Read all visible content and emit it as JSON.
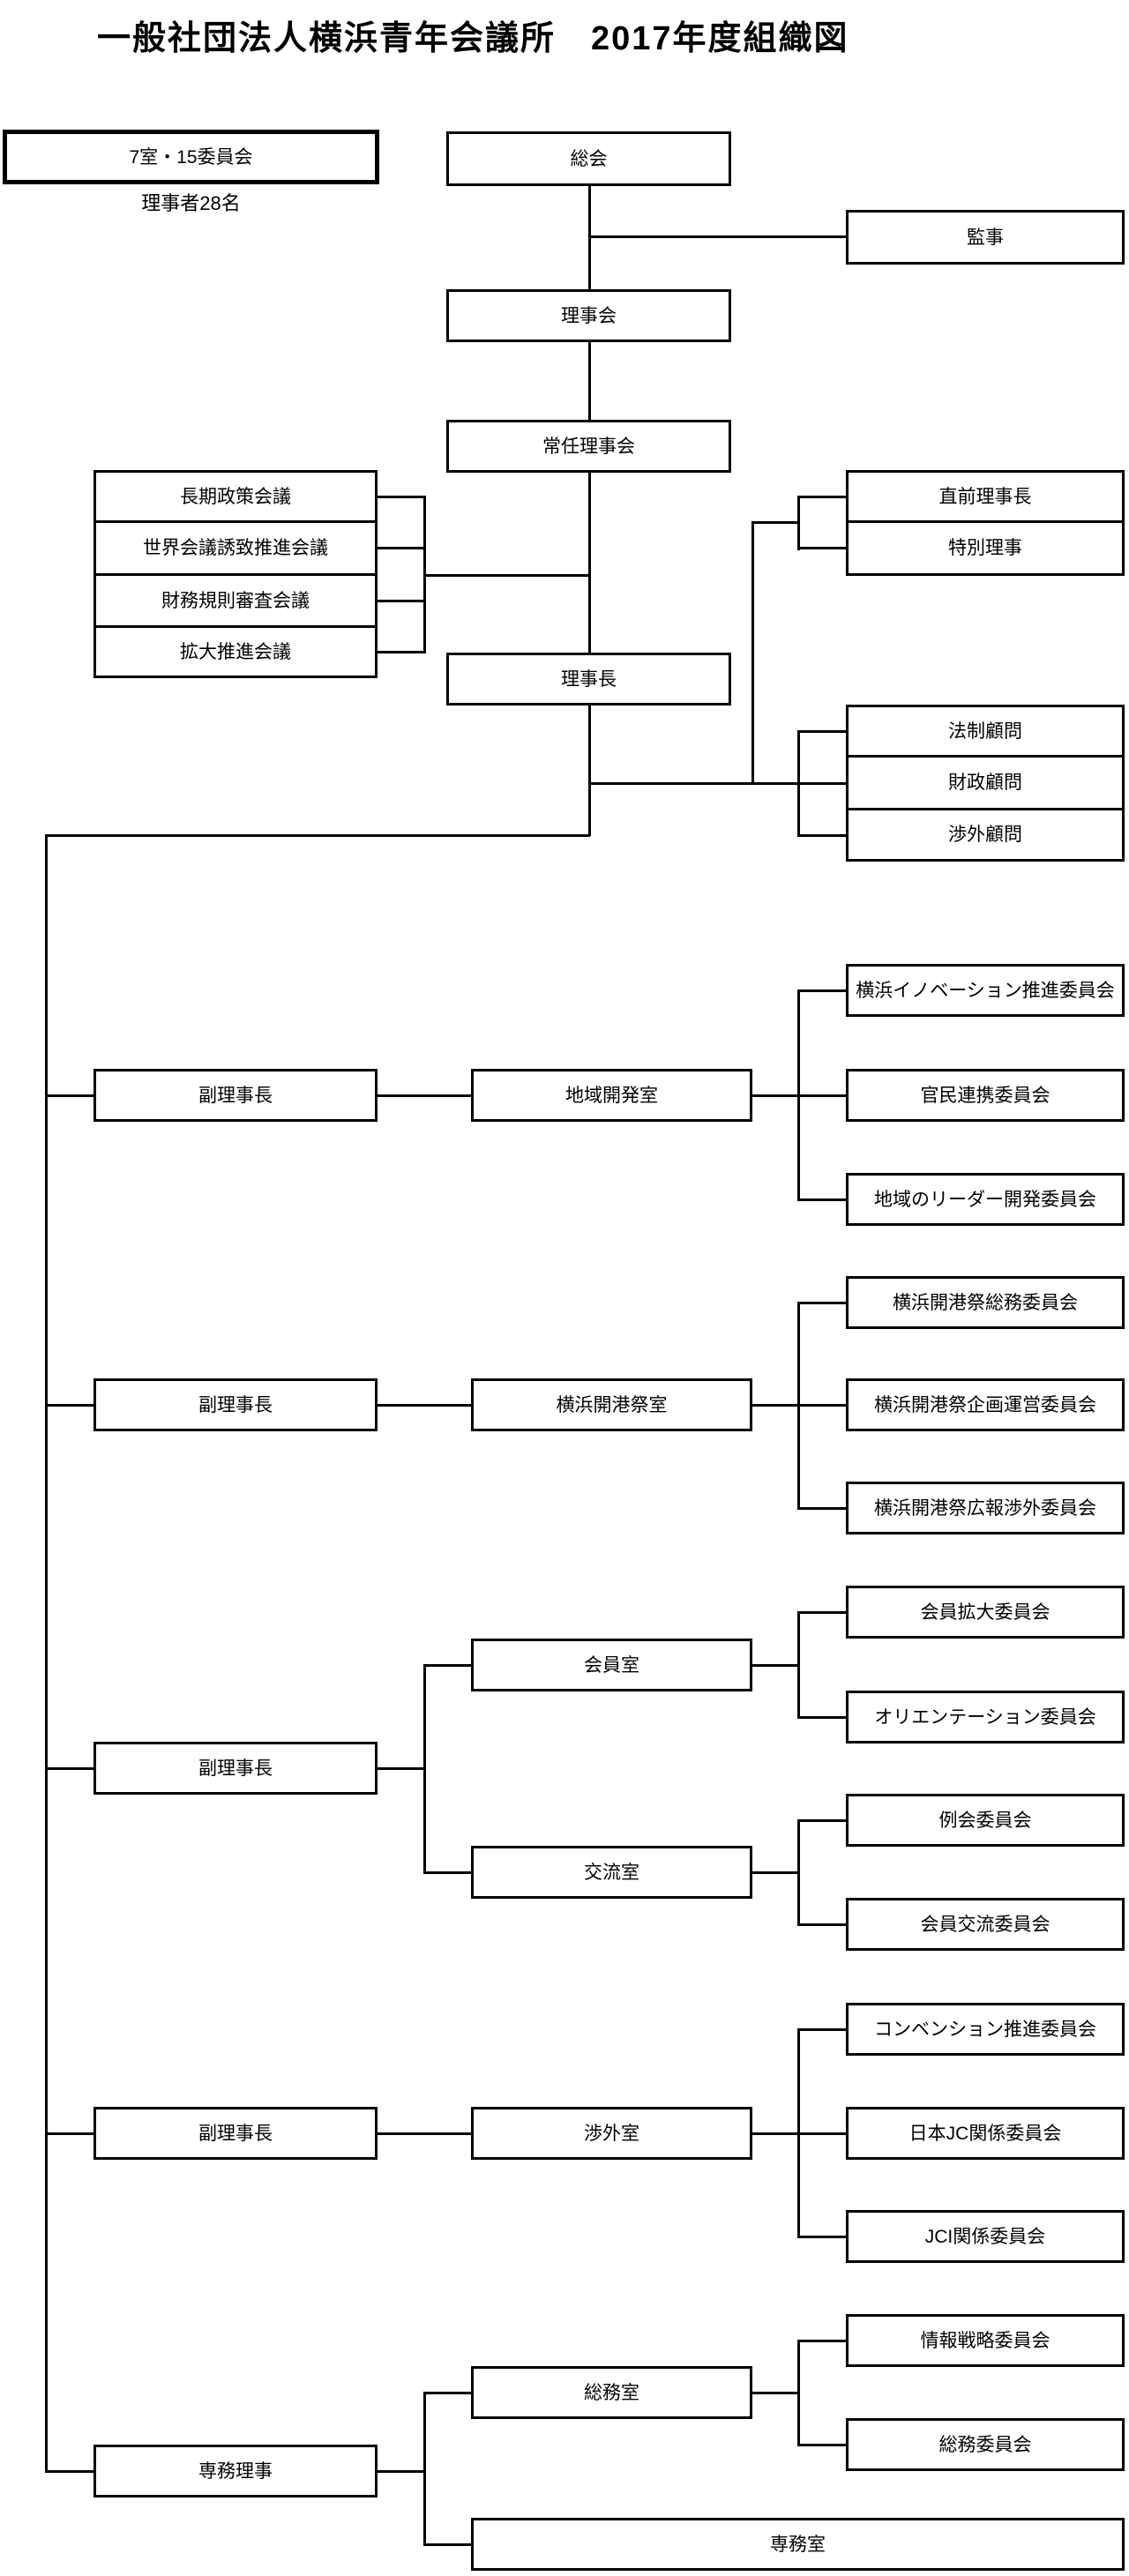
{
  "page": {
    "title": "一般社団法人横浜青年会議所　2017年度組織図"
  },
  "legend": {
    "label": "7室・15委員会",
    "note": "理事者28名"
  },
  "org": {
    "soukai": "総会",
    "kanji": "監事",
    "rijikai": "理事会",
    "jonin_rijikai": "常任理事会",
    "rijicho": "理事長",
    "chokuzen_rijicho": "直前理事長",
    "tokubetsu_riji": "特別理事",
    "fuku_rijicho": "副理事長",
    "senmu_riji": "専務理事",
    "komon": {
      "hosei": "法制顧問",
      "zaisei": "財政顧問",
      "shogai": "渉外顧問"
    },
    "kaigi": {
      "choki": "長期政策会議",
      "sekai": "世界会議誘致推進会議",
      "zaimu": "財務規則審査会議",
      "kakudai": "拡大推進会議"
    },
    "rooms": {
      "chiiki": "地域開発室",
      "kaikosai": "横浜開港祭室",
      "kaiin": "会員室",
      "koryu": "交流室",
      "shogai": "渉外室",
      "somu": "総務室",
      "senmu": "専務室"
    },
    "committees": {
      "inobe": "横浜イノベーション推進委員会",
      "kanmin": "官民連携委員会",
      "leader": "地域のリーダー開発委員会",
      "kaikosai_somu": "横浜開港祭総務委員会",
      "kaikosai_kikaku": "横浜開港祭企画運営委員会",
      "kaikosai_koho": "横浜開港祭広報渉外委員会",
      "kaiin_kakudai": "会員拡大委員会",
      "orientation": "オリエンテーション委員会",
      "reikai": "例会委員会",
      "kaiin_koryu": "会員交流委員会",
      "convention": "コンベンション推進委員会",
      "nihon_jc": "日本JC関係委員会",
      "jci": "JCI関係委員会",
      "joho": "情報戦略委員会",
      "somu": "総務委員会"
    }
  },
  "colors": {
    "line": "#000000",
    "box_background": "#ffffff",
    "text": "#000000",
    "page_background": "#ffffff"
  }
}
